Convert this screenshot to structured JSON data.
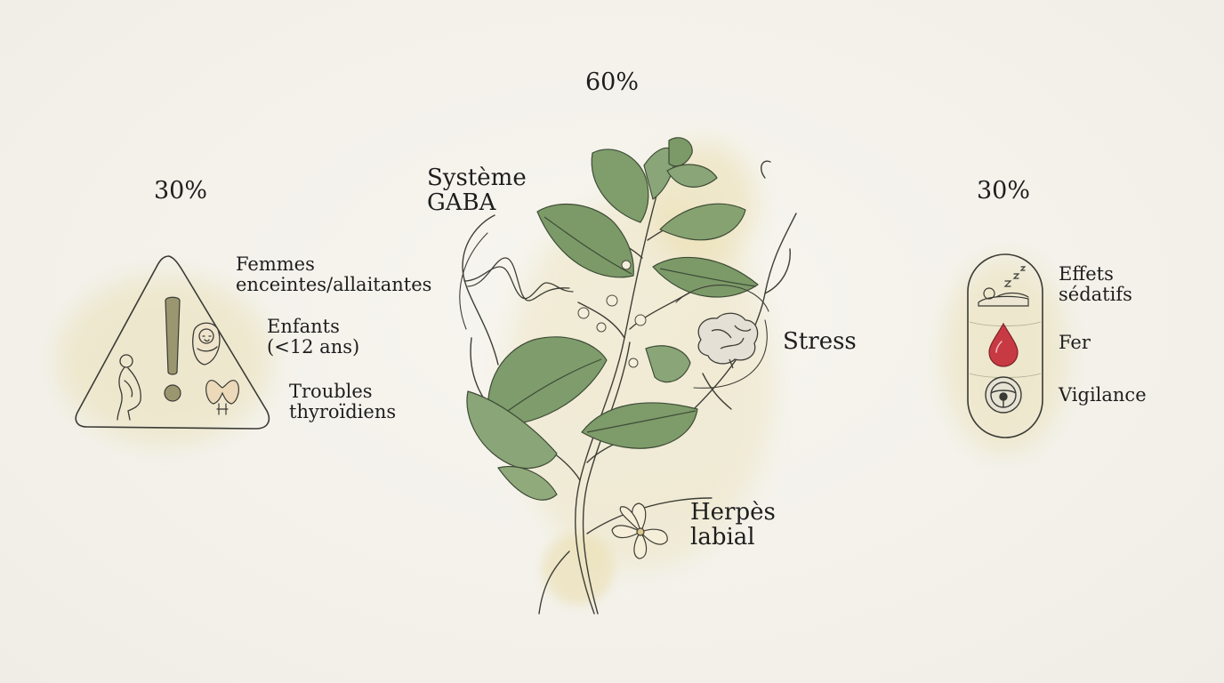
{
  "left_panel": {
    "percentage": "30%",
    "items": [
      {
        "label": "Femmes enceintes/allaitantes",
        "lines": [
          "Femmes",
          "enceintes/allaitantes"
        ],
        "icon": "pregnant-woman-icon"
      },
      {
        "label": "Enfants (<12 ans)",
        "lines": [
          "Enfants",
          "(<12 ans)"
        ],
        "icon": "baby-icon"
      },
      {
        "label": "Troubles thyroïdiens",
        "lines": [
          "Troubles",
          "thyroïdiens"
        ],
        "icon": "thyroid-icon"
      }
    ],
    "warning_icon": "exclamation-icon"
  },
  "center_panel": {
    "percentage": "60%",
    "plant_icon": "lemon-balm-plant-icon",
    "items": [
      {
        "label": "Système GABA",
        "lines": [
          "Système",
          "GABA"
        ],
        "icon": "wave-icon"
      },
      {
        "label": "Stress",
        "lines": [
          "Stress"
        ],
        "icon": "brain-icon"
      },
      {
        "label": "Herpès labial",
        "lines": [
          "Herpès",
          "labial"
        ],
        "icon": "flower-icon"
      }
    ]
  },
  "right_panel": {
    "percentage": "30%",
    "items": [
      {
        "label": "Effets sédatifs",
        "lines": [
          "Effets",
          "sédatifs"
        ],
        "icon": "sleeping-person-icon"
      },
      {
        "label": "Fer",
        "lines": [
          "Fer"
        ],
        "icon": "blood-drop-icon"
      },
      {
        "label": "Vigilance",
        "lines": [
          "Vigilance"
        ],
        "icon": "steering-wheel-icon"
      }
    ]
  },
  "colors": {
    "background": "#f4f2eb",
    "ink": "#2a2a2a",
    "leaf": "#6f8f5f",
    "leaf_dark": "#556f49",
    "wash_yellow": "#e9dfb3",
    "drop_red": "#c83a43"
  }
}
